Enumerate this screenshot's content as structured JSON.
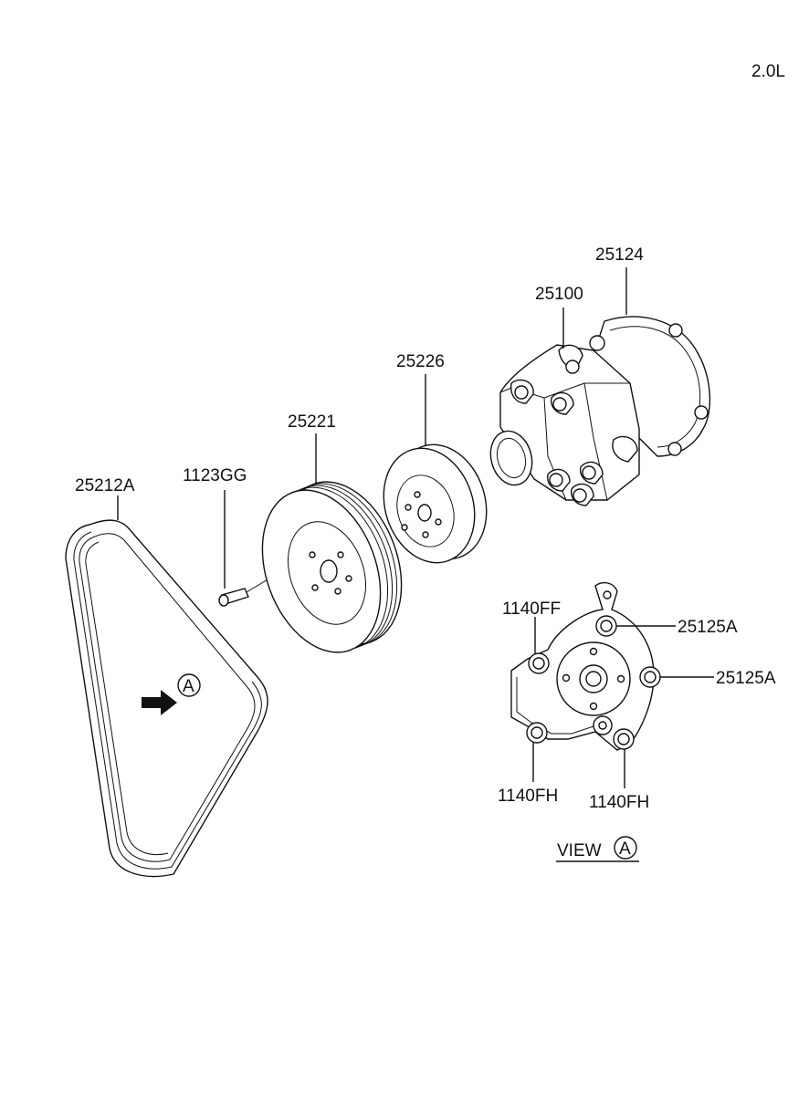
{
  "engine_label": "2.0L",
  "callouts": {
    "belt": "25212A",
    "bolt": "1123GG",
    "crank_pulley": "25221",
    "pump_pulley": "25226",
    "pump": "25100",
    "gasket": "25124",
    "view_bolt_top_left": "1140FF",
    "view_washer_top": "25125A",
    "view_washer_right": "25125A",
    "view_bolt_bottom_left": "1140FH",
    "view_bolt_bottom_right": "1140FH"
  },
  "view_marker": "A",
  "view_caption": "VIEW"
}
